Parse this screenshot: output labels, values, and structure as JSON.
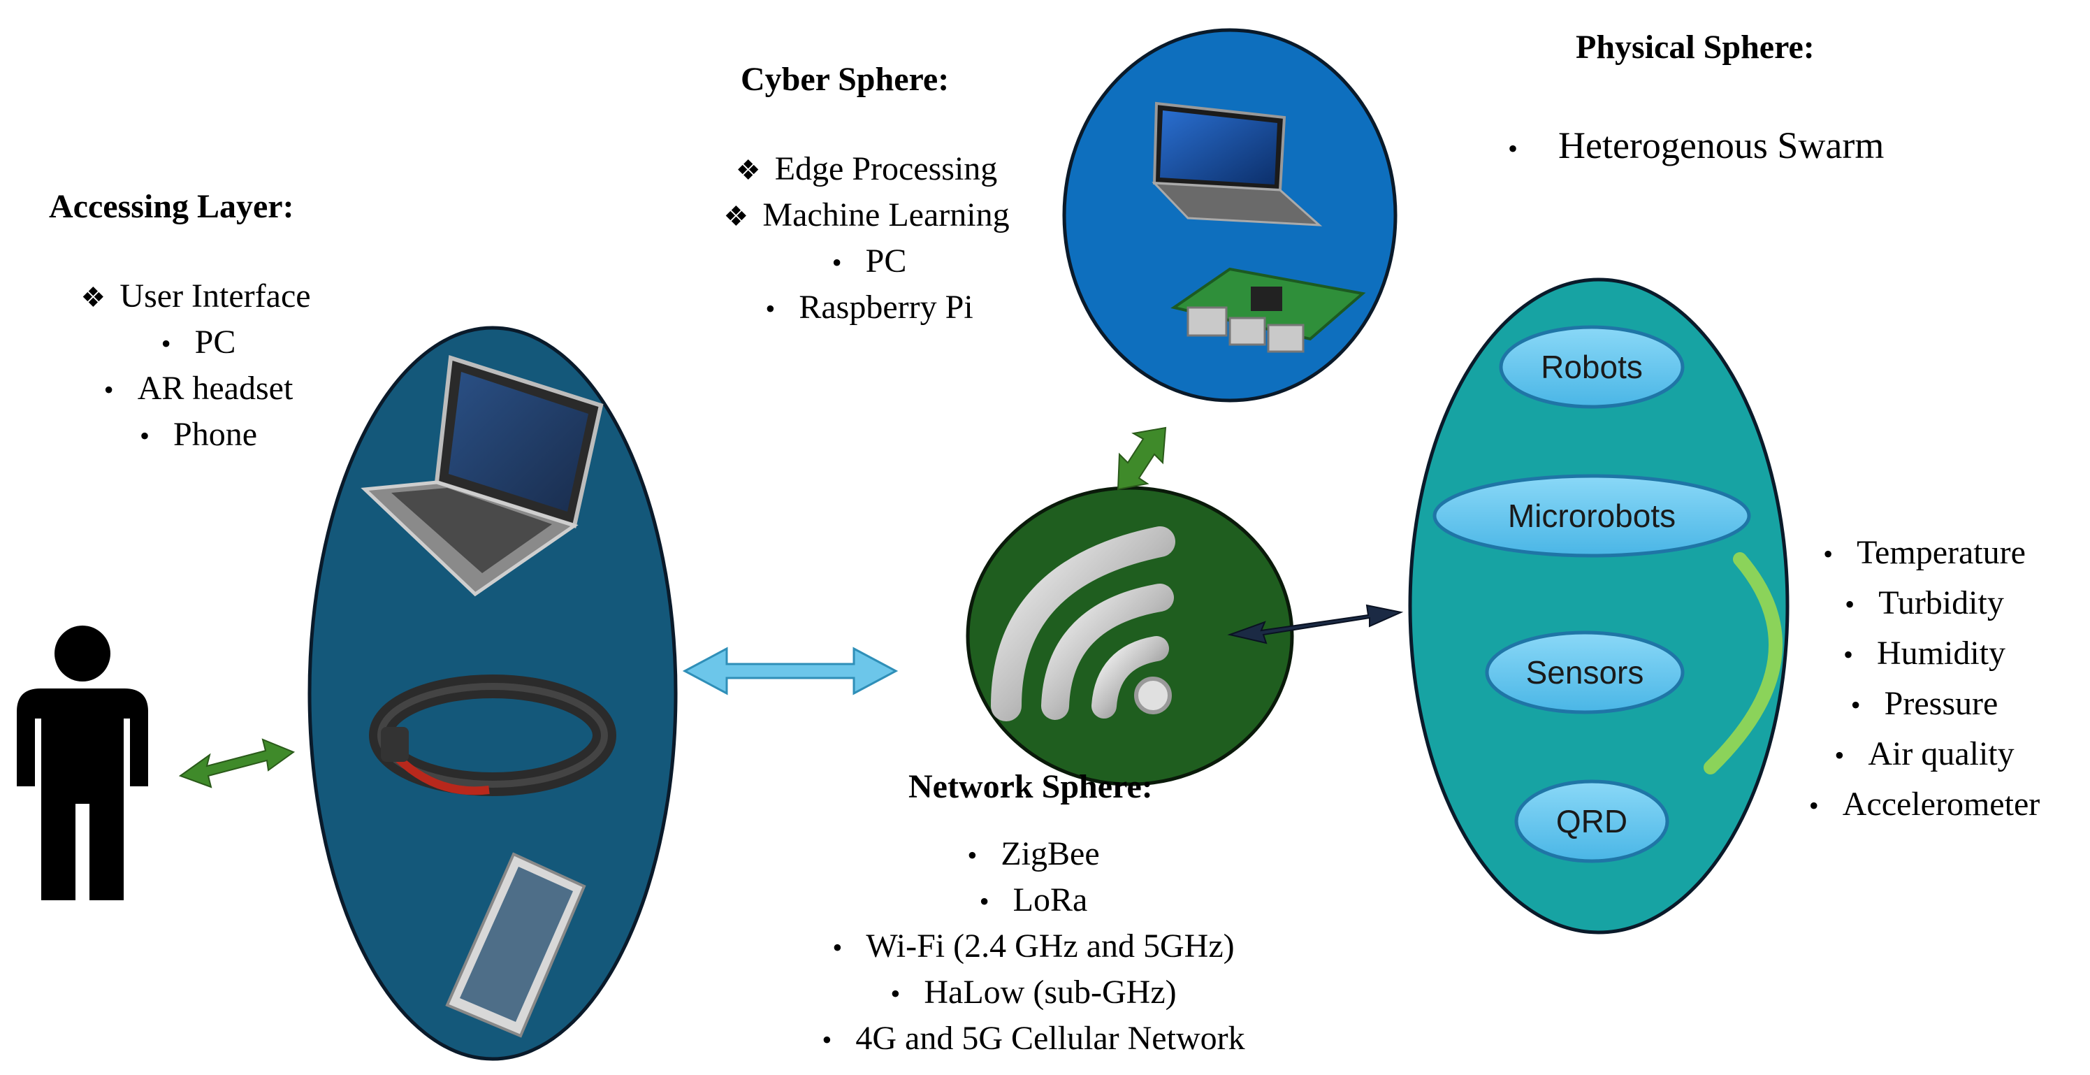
{
  "colors": {
    "access_ellipse": "#14587a",
    "cyber_ellipse": "#0e6fbe",
    "network_circle": "#1f5e1f",
    "physical_ellipse": "#17a3a3",
    "pill_fill": "#5cc2ee",
    "arrow_green": "#3f8a2a",
    "arrow_light_blue": "#6cc6ea",
    "arrow_navy": "#1b2a44",
    "bracket_green": "#8bd35a"
  },
  "accessing": {
    "title": "Accessing Layer:",
    "items": [
      {
        "marker": "❖",
        "label": "User Interface"
      },
      {
        "marker": "•",
        "label": "PC"
      },
      {
        "marker": "•",
        "label": "AR headset"
      },
      {
        "marker": "•",
        "label": "Phone"
      }
    ],
    "devices": [
      "laptop-icon",
      "ar-headset-icon",
      "phone-icon"
    ]
  },
  "cyber": {
    "title": "Cyber Sphere:",
    "items": [
      {
        "marker": "❖",
        "label": "Edge Processing"
      },
      {
        "marker": "❖",
        "label": "Machine Learning"
      },
      {
        "marker": "•",
        "label": "PC"
      },
      {
        "marker": "•",
        "label": "Raspberry Pi"
      }
    ],
    "devices": [
      "tablet-pc-icon",
      "raspberry-pi-icon"
    ]
  },
  "network": {
    "title": "Network Sphere:",
    "items": [
      {
        "marker": "•",
        "label": "ZigBee"
      },
      {
        "marker": "•",
        "label": "LoRa"
      },
      {
        "marker": "•",
        "label": "Wi-Fi (2.4 GHz and 5GHz)"
      },
      {
        "marker": "•",
        "label": "HaLow (sub-GHz)"
      },
      {
        "marker": "•",
        "label": "4G and 5G Cellular Network"
      }
    ],
    "icon": "wifi-icon"
  },
  "physical": {
    "title": "Physical Sphere:",
    "items": [
      {
        "marker": "•",
        "label": "Heterogenous Swarm"
      }
    ],
    "nodes": [
      "Robots",
      "Microrobots",
      "Sensors",
      "QRD"
    ],
    "sensor_types": [
      {
        "marker": "•",
        "label": "Temperature"
      },
      {
        "marker": "•",
        "label": "Turbidity"
      },
      {
        "marker": "•",
        "label": "Humidity"
      },
      {
        "marker": "•",
        "label": "Pressure"
      },
      {
        "marker": "•",
        "label": "Air quality"
      },
      {
        "marker": "•",
        "label": "Accelerometer"
      }
    ]
  },
  "user": {
    "icon": "person-icon"
  }
}
